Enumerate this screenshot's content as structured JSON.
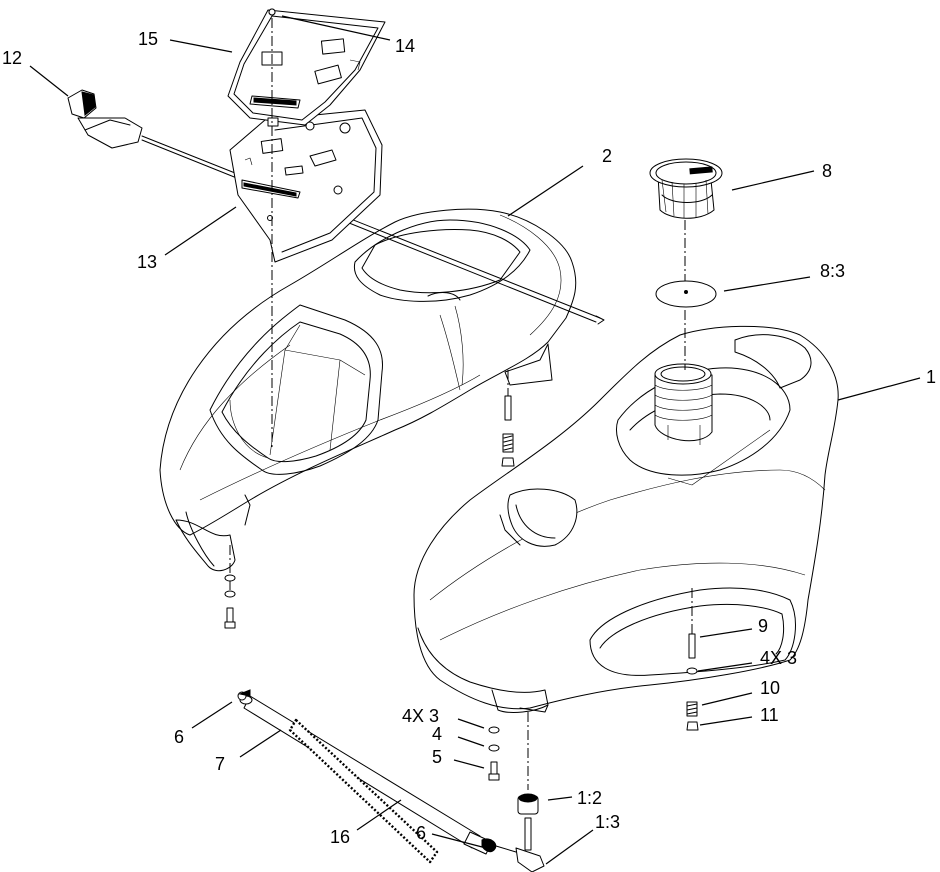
{
  "callouts": {
    "c1": "1",
    "c1_2": "1:2",
    "c1_3": "1:3",
    "c2": "2",
    "c4": "4",
    "c4x3_left": "4X 3",
    "c4x3_right": "4X 3",
    "c5": "5",
    "c6_top": "6",
    "c6_bottom": "6",
    "c7": "7",
    "c8": "8",
    "c8_3": "8:3",
    "c9": "9",
    "c10": "10",
    "c11": "11",
    "c12": "12",
    "c13": "13",
    "c14": "14",
    "c15": "15",
    "c16": "16"
  }
}
